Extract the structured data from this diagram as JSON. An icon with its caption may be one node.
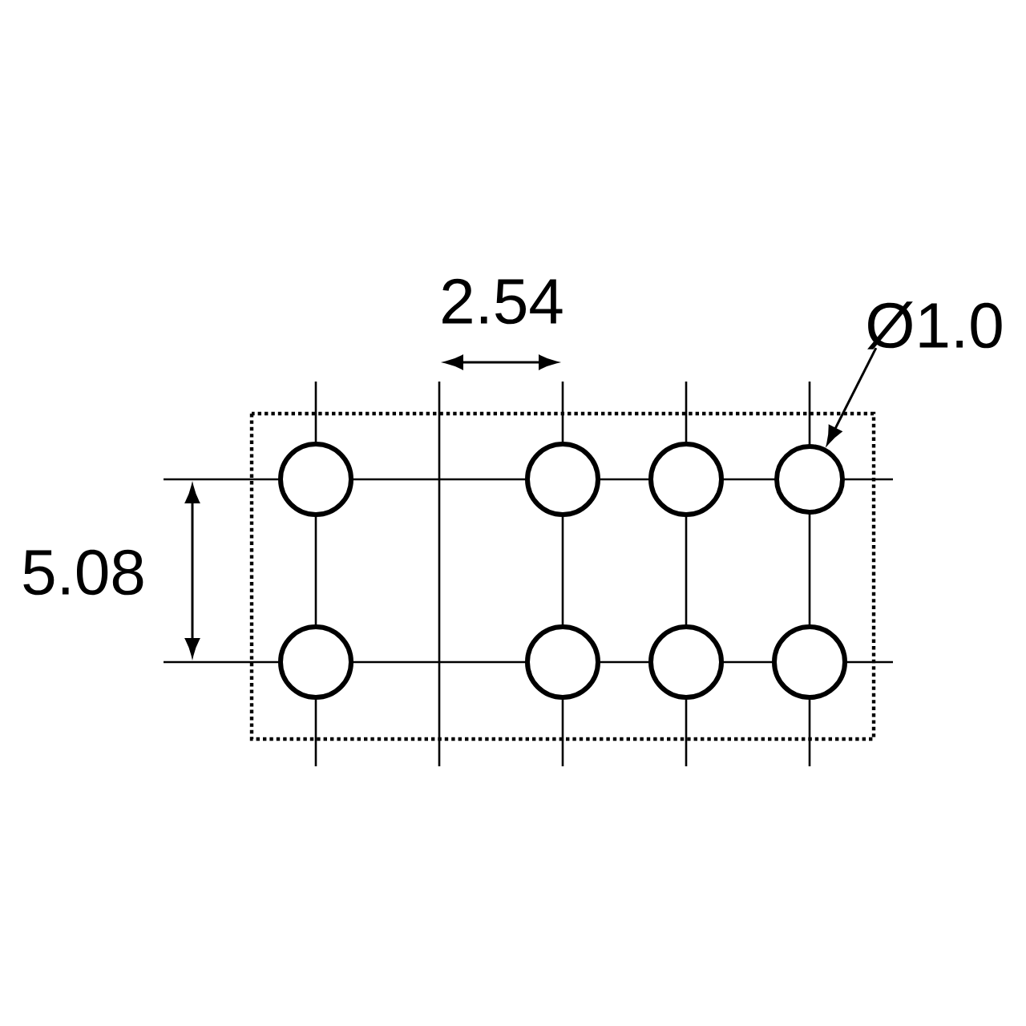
{
  "diagram": {
    "nodes": [
      {
        "text": [
          "Ø1.0"
        ]
      },
      {
        "text": [],
        "shape": "circle"
      }
    ],
    "edges": [
      {
        "from": 0,
        "to": 1,
        "arrow": "to"
      }
    ],
    "labels": [
      "2.54",
      "5.08"
    ]
  }
}
